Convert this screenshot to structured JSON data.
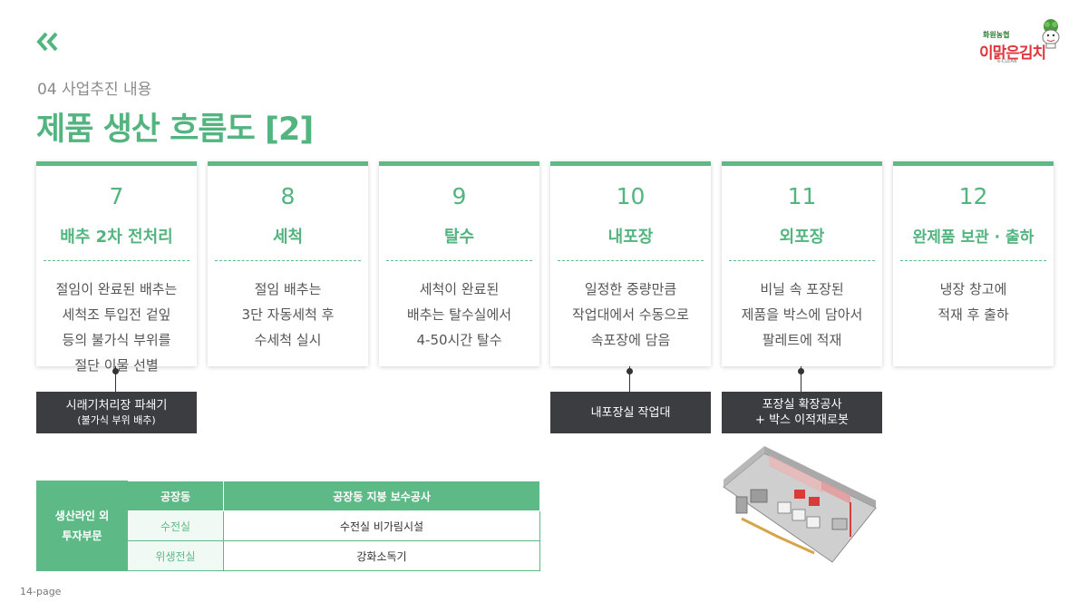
{
  "header": {
    "section_label": "04 사업추진 내용",
    "title": "제품 생산 흐름도 [2]"
  },
  "logo": {
    "brand_small": "화원농협",
    "brand_text": "이맑은김치",
    "brand_sub": "e-CLEAN"
  },
  "steps": [
    {
      "number": "7",
      "title": "배추 2차 전처리",
      "desc": [
        "절임이 완료된 배추는",
        "세척조 투입전 겉잎",
        "등의 불가식 부위를",
        "절단 이물 선별"
      ]
    },
    {
      "number": "8",
      "title": "세척",
      "desc": [
        "절임 배추는",
        "3단 자동세척 후",
        "수세척 실시"
      ]
    },
    {
      "number": "9",
      "title": "탈수",
      "desc": [
        "세척이 완료된",
        "배추는 탈수실에서",
        "4-50시간 탈수"
      ]
    },
    {
      "number": "10",
      "title": "내포장",
      "desc": [
        "일정한 중량만큼",
        "작업대에서 수동으로",
        "속포장에 담음"
      ]
    },
    {
      "number": "11",
      "title": "외포장",
      "desc": [
        "비닐 속 포장된",
        "제품을 박스에 담아서",
        "팔레트에 적재"
      ]
    },
    {
      "number": "12",
      "title": "완제품 보관 · 출하",
      "desc": [
        "냉장 창고에",
        "적재 후 출하"
      ]
    }
  ],
  "notes": {
    "step7": {
      "line1": "시래기처리장 파쇄기",
      "line2": "(불가식 부위 배추)"
    },
    "step10": {
      "line1": "내포장실 작업대"
    },
    "step11": {
      "line1": "포장실 확장공사",
      "line2": "+ 박스 이적재로봇"
    }
  },
  "investment_table": {
    "side_label": [
      "생산라인 외",
      "투자부문"
    ],
    "header": [
      "공장동",
      "공장동 지붕 보수공사"
    ],
    "rows": [
      {
        "name": "수전실",
        "value": "수전실 비가림시설"
      },
      {
        "name": "위생전실",
        "value": "강화소독기"
      }
    ]
  },
  "footer": {
    "page": "14-page"
  },
  "colors": {
    "accent": "#5dba86",
    "title": "#52b47f",
    "note_bg": "#3b3d40"
  }
}
